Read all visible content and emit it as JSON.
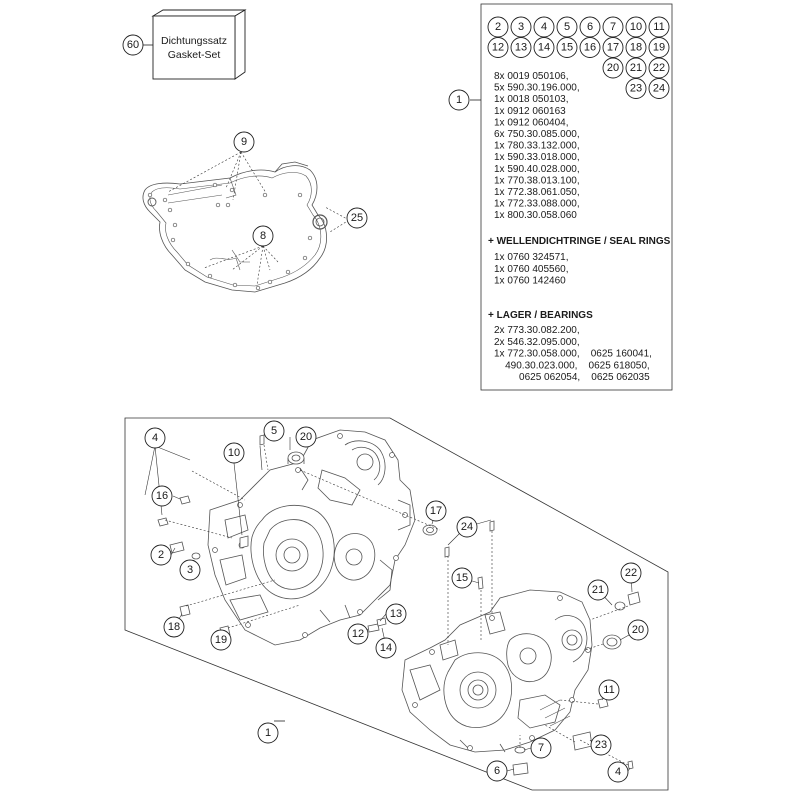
{
  "gasket_set": {
    "callout": "60",
    "line1": "Dichtungssatz",
    "line2": "Gasket-Set"
  },
  "panel": {
    "callout": "1",
    "number_rows": [
      [
        "2",
        "3",
        "4",
        "5",
        "6",
        "7",
        "10",
        "11"
      ],
      [
        "12",
        "13",
        "14",
        "15",
        "16",
        "17",
        "18",
        "19"
      ],
      [
        "20",
        "21",
        "22"
      ],
      [
        "23",
        "24"
      ]
    ],
    "parts": [
      "8x 0019 050106,",
      "5x 590.30.196.000,",
      "1x 0018 050103,",
      "1x 0912 060163",
      "1x 0912 060404,",
      "6x 750.30.085.000,",
      "1x 780.33.132.000,",
      "1x 590.33.018.000,",
      "1x 590.40.028.000,",
      "1x 770.38.013.100,",
      "1x 772.38.061.050,",
      "1x 772.33.088.000,",
      "1x 800.30.058.060"
    ],
    "seal_heading": "+ WELLENDICHTRINGE / SEAL RINGS",
    "seal_parts": [
      "1x 0760 324571,",
      "1x 0760 405560,",
      "1x 0760 142460"
    ],
    "bearing_heading": "+ LAGER / BEARINGS",
    "bearing_parts": [
      "2x 773.30.082.200,",
      "2x 546.32.095.000,",
      "1x 772.30.058.000,    0625 160041,",
      "    490.30.023.000,    0625 618050,",
      "         0625 062054,    0625 062035"
    ]
  },
  "gasket_callouts": [
    "9",
    "8",
    "25"
  ],
  "crankcase_callouts": {
    "c4": "4",
    "c10": "10",
    "c5": "5",
    "c20a": "20",
    "c16": "16",
    "c2": "2",
    "c3": "3",
    "c18": "18",
    "c19": "19",
    "c13": "13",
    "c12": "12",
    "c14": "14",
    "c17": "17",
    "c24": "24",
    "c15": "15",
    "c21": "21",
    "c22": "22",
    "c20b": "20",
    "c11": "11",
    "c7": "7",
    "c23": "23",
    "c6": "6",
    "c4b": "4",
    "c1": "1"
  }
}
